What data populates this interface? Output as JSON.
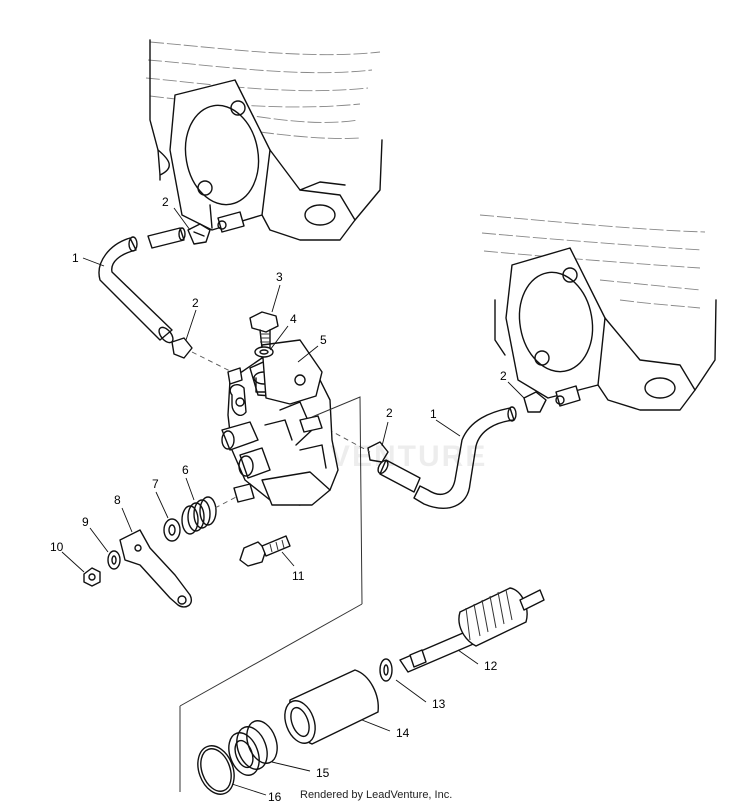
{
  "callouts": {
    "c1a": "1",
    "c2a": "2",
    "c2b": "2",
    "c3": "3",
    "c4": "4",
    "c5": "5",
    "c6": "6",
    "c7": "7",
    "c8": "8",
    "c9": "9",
    "c10": "10",
    "c11": "11",
    "c2c": "2",
    "c1b": "1",
    "c2d": "2",
    "c12": "12",
    "c13": "13",
    "c14": "14",
    "c15": "15",
    "c16": "16"
  },
  "watermark": "VENTURE",
  "footer": "Rendered by LeadVenture, Inc."
}
